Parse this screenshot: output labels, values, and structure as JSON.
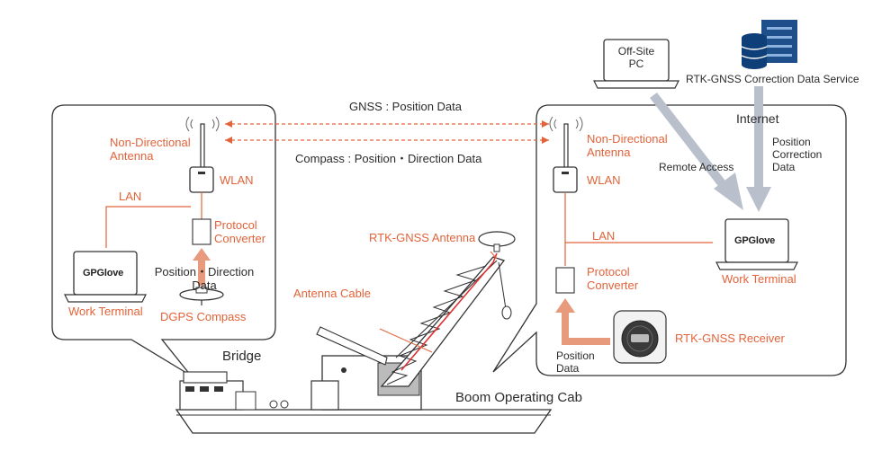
{
  "links": {
    "gnss": "GNSS : Position Data",
    "compass": "Compass : Position・Direction Data"
  },
  "bridge_panel": {
    "antenna_label": "Non-Directional\nAntenna",
    "wlan_label": "WLAN",
    "lan_label": "LAN",
    "protocol_label": "Protocol\nConverter",
    "position_label": "Position・Direction\nData",
    "terminal_logo": "GPGlove",
    "terminal_label": "Work Terminal",
    "compass_label": "DGPS Compass"
  },
  "cab_panel": {
    "internet_label": "Internet",
    "antenna_label": "Non-Directional\nAntenna",
    "wlan_label": "WLAN",
    "lan_label": "LAN",
    "protocol_label": "Protocol\nConverter",
    "position_label": "Position\nData",
    "receiver_label": "RTK-GNSS Receiver",
    "terminal_logo": "GPGlove",
    "terminal_label": "Work Terminal",
    "remote_label": "Remote Access",
    "correction_label": "Position\nCorrection\nData"
  },
  "top": {
    "offsite_pc": "Off-Site\nPC",
    "rtk_service": "RTK-GNSS Correction Data Service"
  },
  "ship": {
    "bridge_label": "Bridge",
    "cab_label": "Boom Operating Cab",
    "rtk_antenna_label": "RTK-GNSS Antenna",
    "antenna_cable_label": "Antenna Cable"
  },
  "colors": {
    "accent": "#e2633a",
    "arrow_gray": "#b9c0cc",
    "line_dark": "#333333"
  }
}
